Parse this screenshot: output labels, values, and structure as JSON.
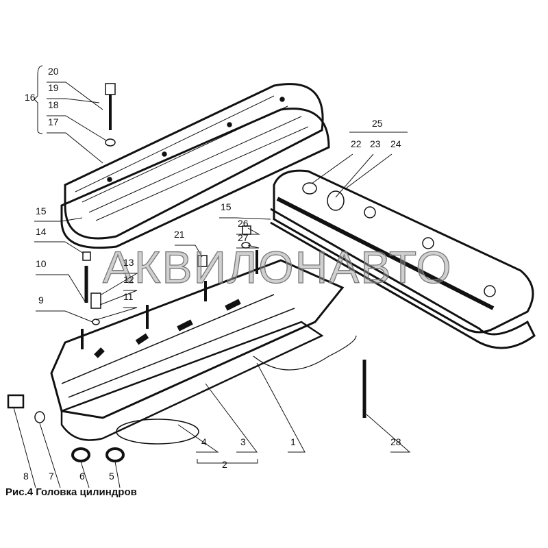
{
  "caption": "Рис.4 Головка цилиндров",
  "watermark": "АКВИЛОНАВТО",
  "labels": {
    "l20": "20",
    "l19": "19",
    "l18": "18",
    "l17": "17",
    "l16": "16",
    "l25": "25",
    "l22": "22",
    "l23": "23",
    "l24": "24",
    "l15a": "15",
    "l15b": "15",
    "l14": "14",
    "l26": "26",
    "l27": "27",
    "l21": "21",
    "l10": "10",
    "l13": "13",
    "l12": "12",
    "l11": "11",
    "l9": "9",
    "l8": "8",
    "l7": "7",
    "l6": "6",
    "l5": "5",
    "l4": "4",
    "l3": "3",
    "l2": "2",
    "l1": "1",
    "l28": "28"
  }
}
